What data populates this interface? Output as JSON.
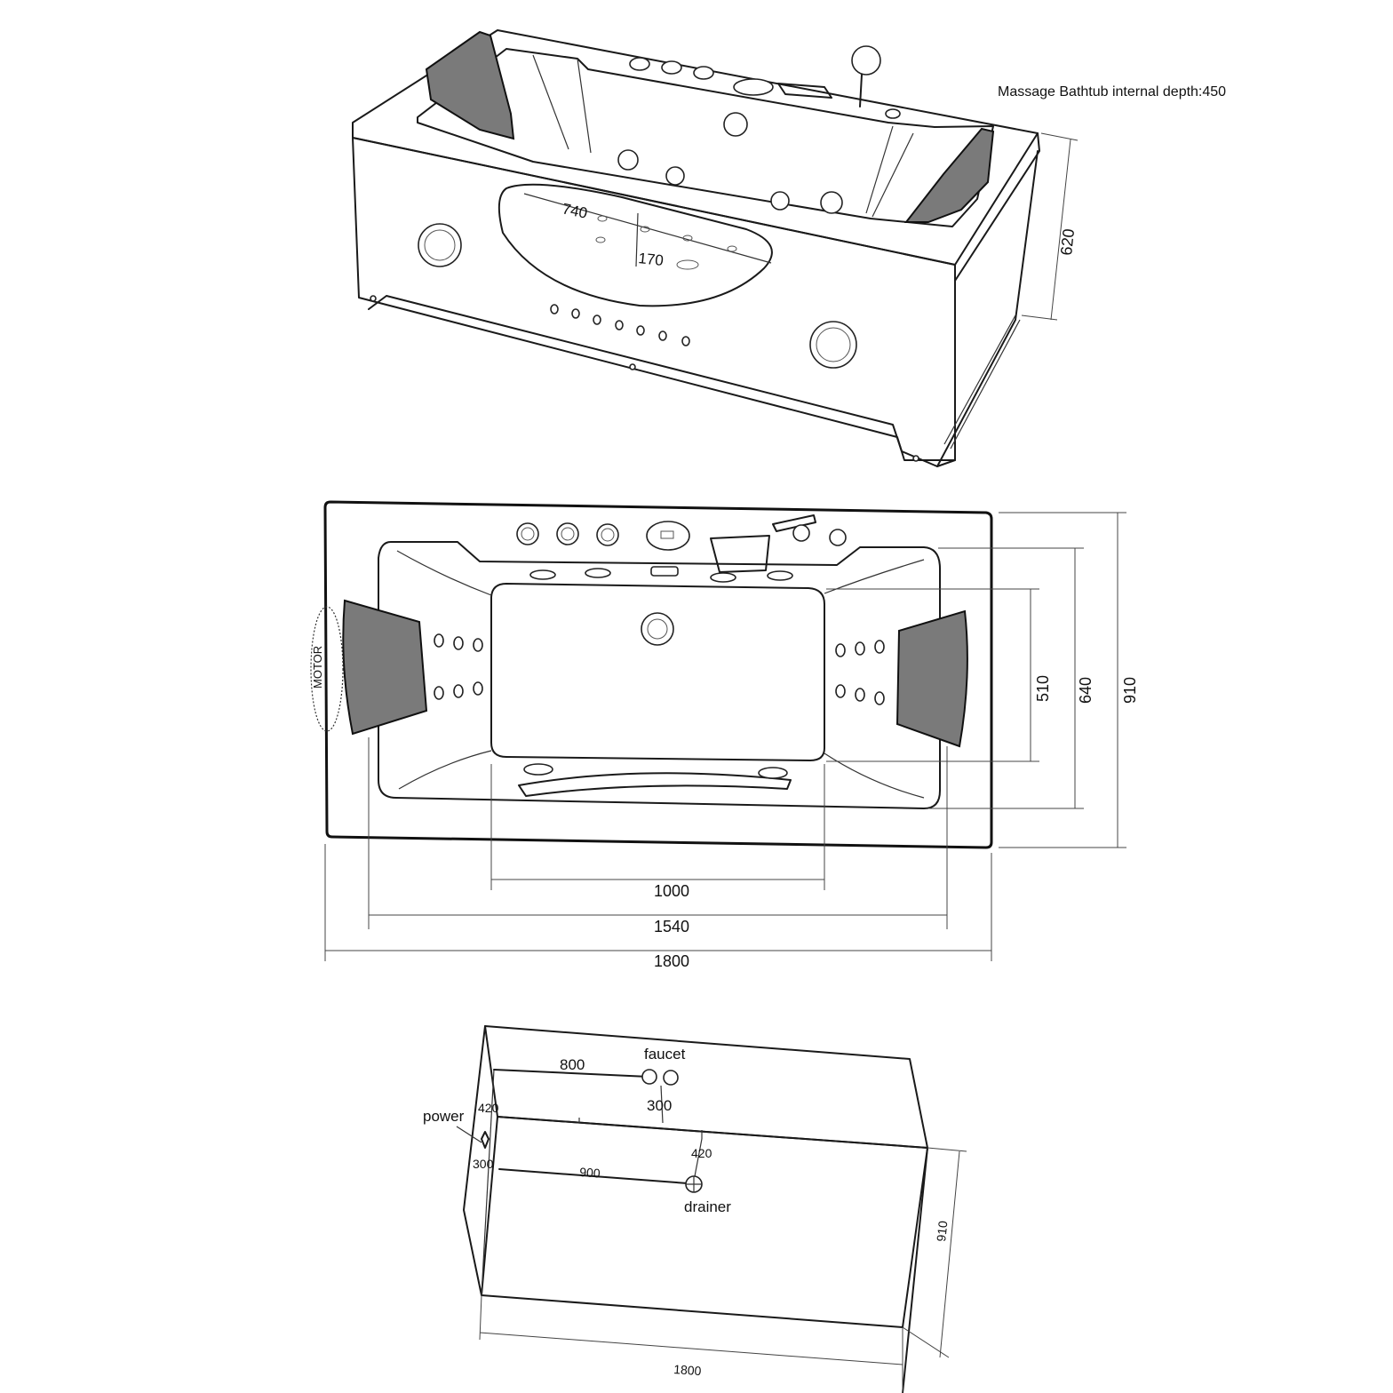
{
  "header": {
    "internal_depth_label": "Massage Bathtub internal depth:450"
  },
  "perspective_view": {
    "height_dim": "620",
    "window_length_dim": "740",
    "window_height_dim": "170"
  },
  "plan_view": {
    "motor_label": "MOTOR",
    "inner_length_dim": "1000",
    "mid_length_dim": "1540",
    "total_length_dim": "1800",
    "inner_width_dim": "510",
    "mid_width_dim": "640",
    "total_width_dim": "910"
  },
  "bottom_view": {
    "faucet_label": "faucet",
    "faucet_distance": "800",
    "faucet_offset": "300",
    "power_label": "power",
    "power_height": "420",
    "power_offset": "300",
    "drain_distance": "900",
    "drain_offset": "420",
    "drainer_label": "drainer",
    "width_dim": "910",
    "length_dim": "1800"
  },
  "colors": {
    "line": "#1a1a1a",
    "pillow_fill": "#7a7a7a",
    "window_fill": "#e6e6e6",
    "background": "#ffffff"
  }
}
